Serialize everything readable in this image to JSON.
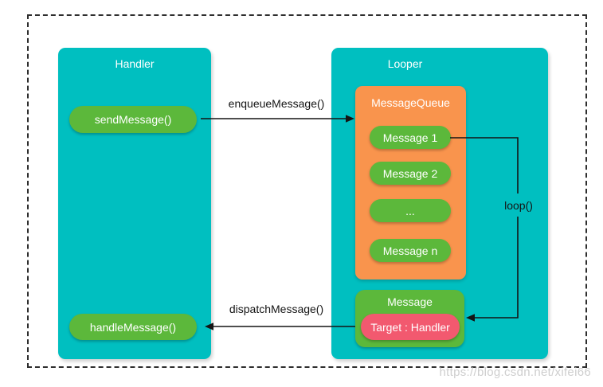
{
  "handler": {
    "title": "Handler",
    "send_label": "sendMessage()",
    "handle_label": "handleMessage()"
  },
  "looper": {
    "title": "Looper"
  },
  "message_queue": {
    "title": "MessageQueue",
    "items": [
      "Message 1",
      "Message 2",
      "...",
      "Message n"
    ]
  },
  "message": {
    "title": "Message",
    "target_label": "Target : Handler"
  },
  "arrows": {
    "enqueue_label": "enqueueMessage()",
    "dispatch_label": "dispatchMessage()",
    "loop_label": "loop()"
  },
  "watermark": "https://blog.csdn.net/xifei66",
  "colors": {
    "teal": "#00bfc0",
    "green": "#5cb83b",
    "orange": "#f9944d",
    "pink": "#f2596f",
    "line": "#141414",
    "watermark_gray": "#bebebe"
  }
}
